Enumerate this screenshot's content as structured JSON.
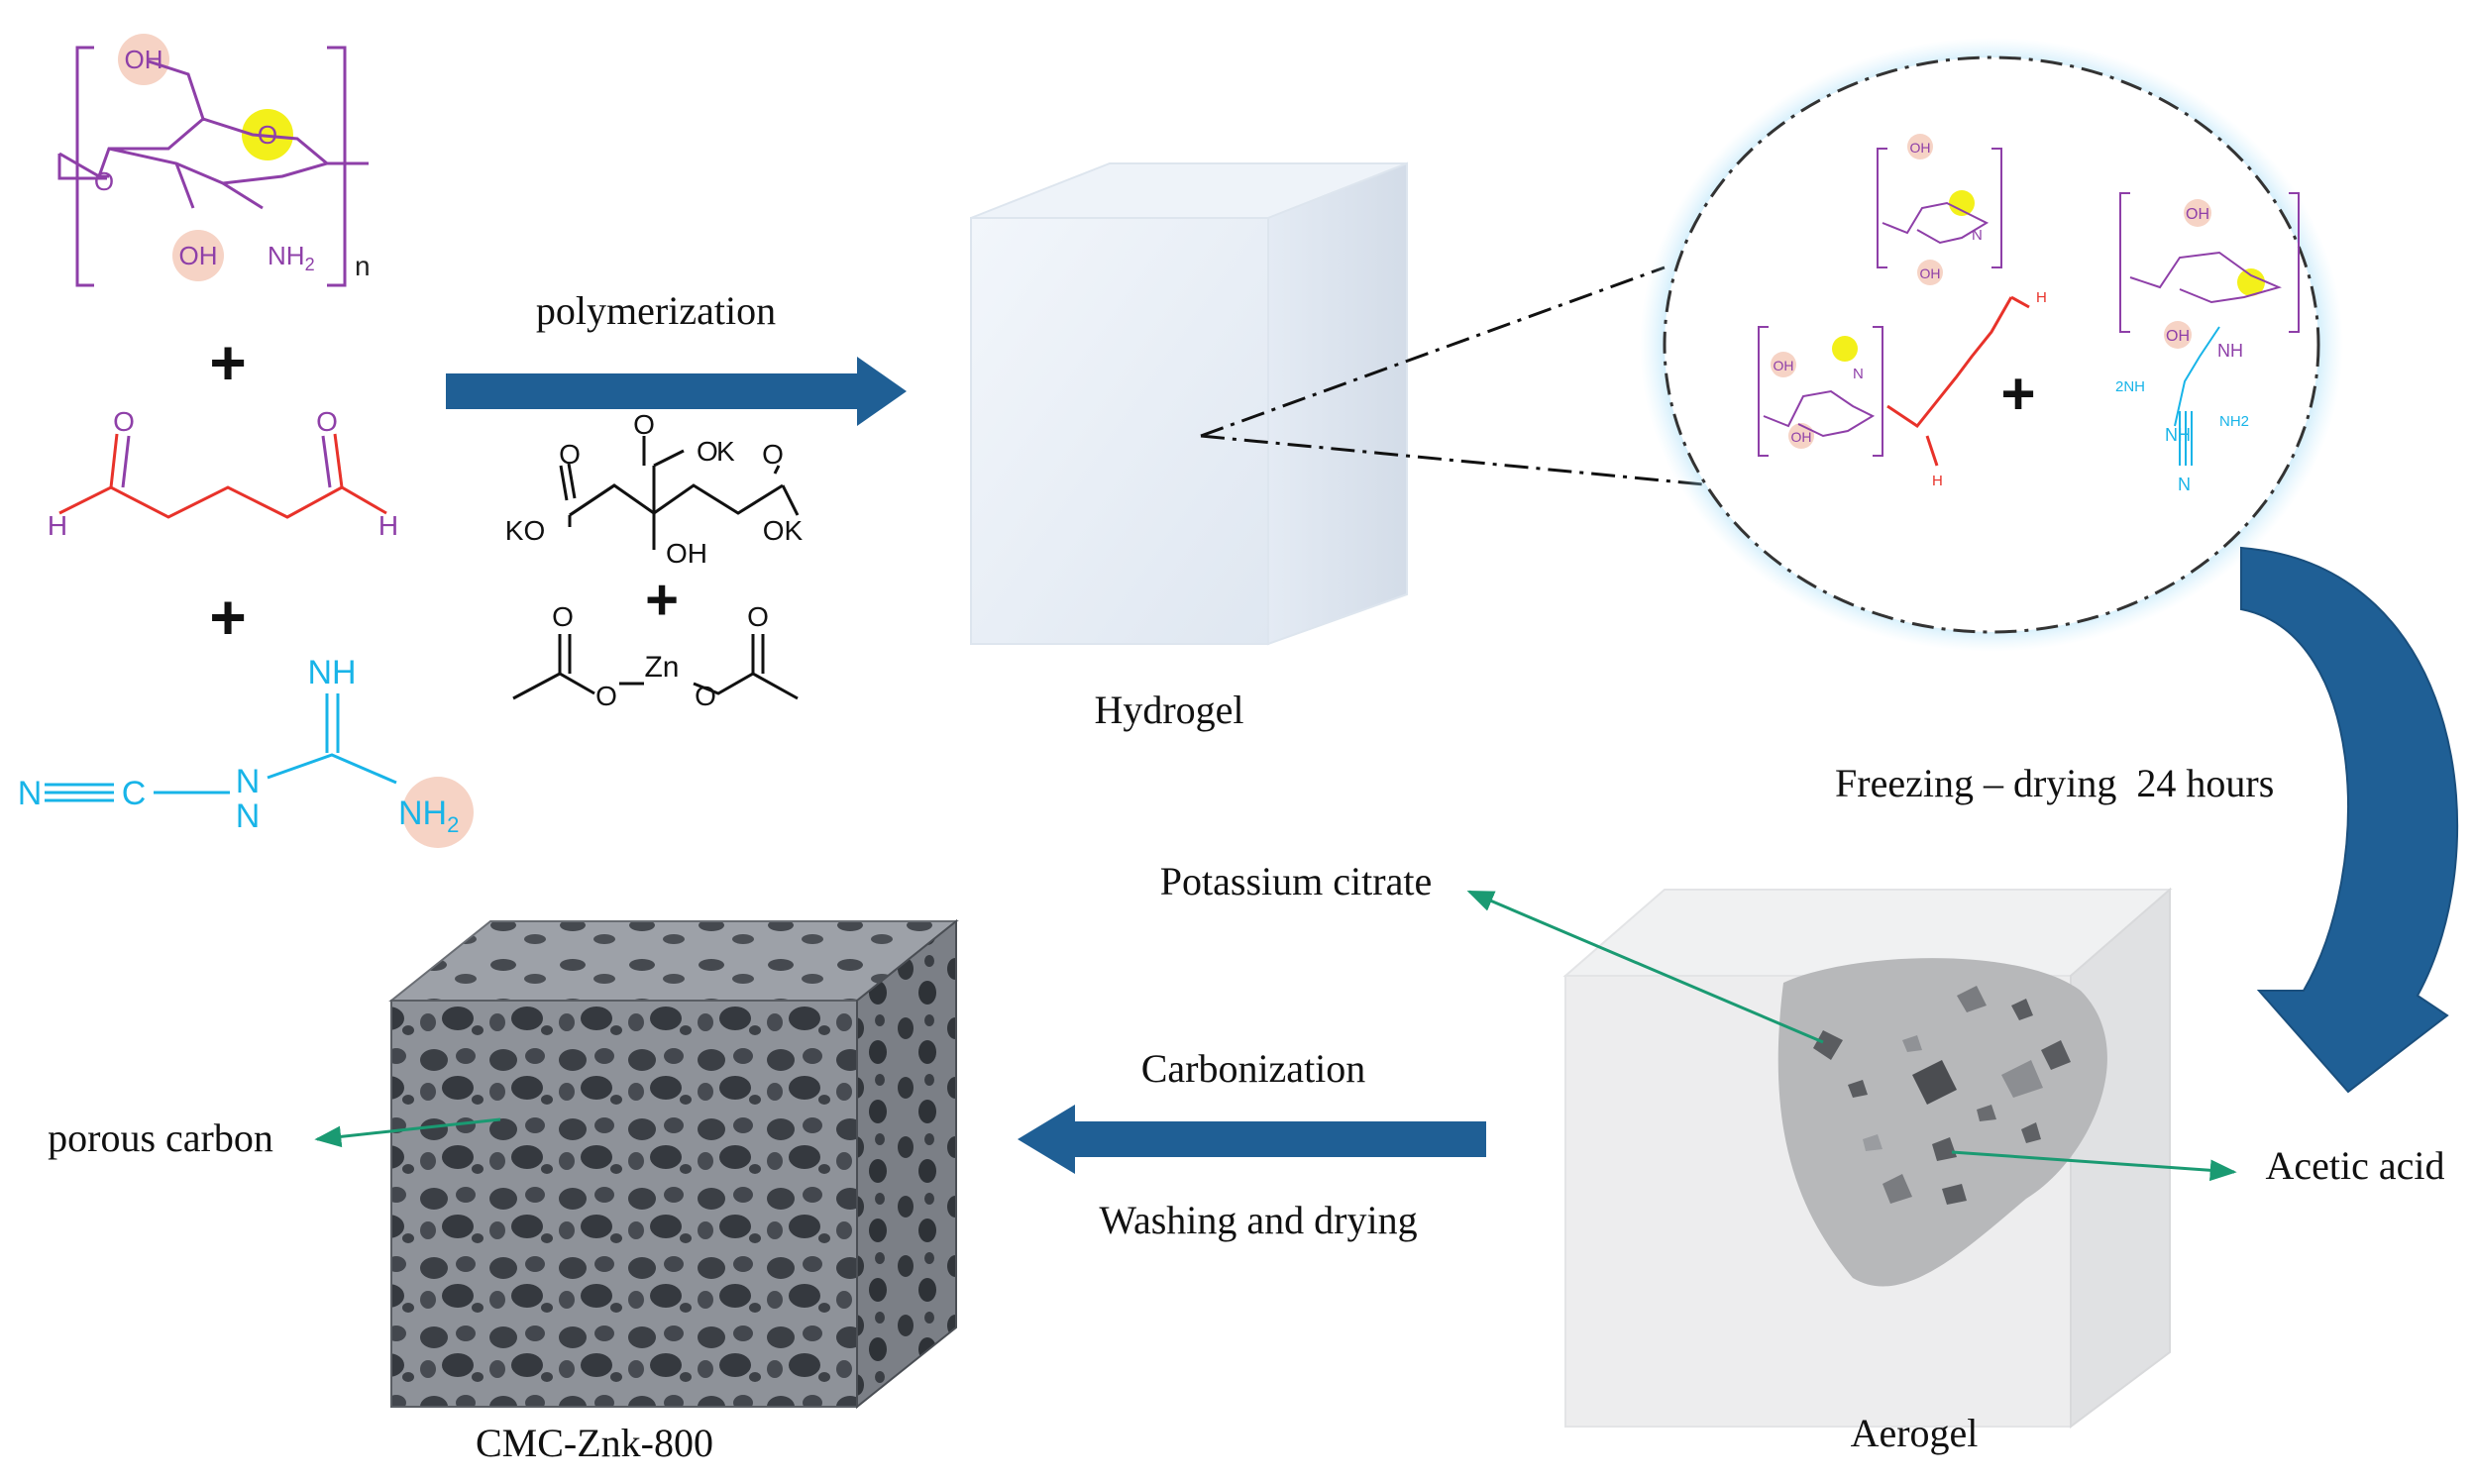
{
  "labels": {
    "polymerization": "polymerization",
    "hydrogel": "Hydrogel",
    "freezing": "Freezing – drying  24 hours",
    "potassium_citrate": "Potassium citrate",
    "acetic_acid": "Acetic acid",
    "aerogel": "Aerogel",
    "carbonization": "Carbonization",
    "washing": "Washing and drying",
    "porous_carbon": "porous carbon",
    "product": "CMC-Znk-800"
  },
  "chem": {
    "oh": "OH",
    "o": "O",
    "nh2": "NH",
    "h2_sub": "2",
    "n_sub": "n",
    "h": "H",
    "nh": "NH",
    "n": "N",
    "c": "C",
    "ko": "KO",
    "ok": "OK",
    "k": "K",
    "zn": "Zn",
    "plus": "+"
  },
  "colors": {
    "purple": "#8e3fa8",
    "red": "#e8322a",
    "cyan": "#18b4e8",
    "arrow_blue": "#1f5f95",
    "pointer_green": "#1a9a72",
    "highlight_yellow": "#f3f01a",
    "highlight_peach": "#f6d3c5"
  }
}
